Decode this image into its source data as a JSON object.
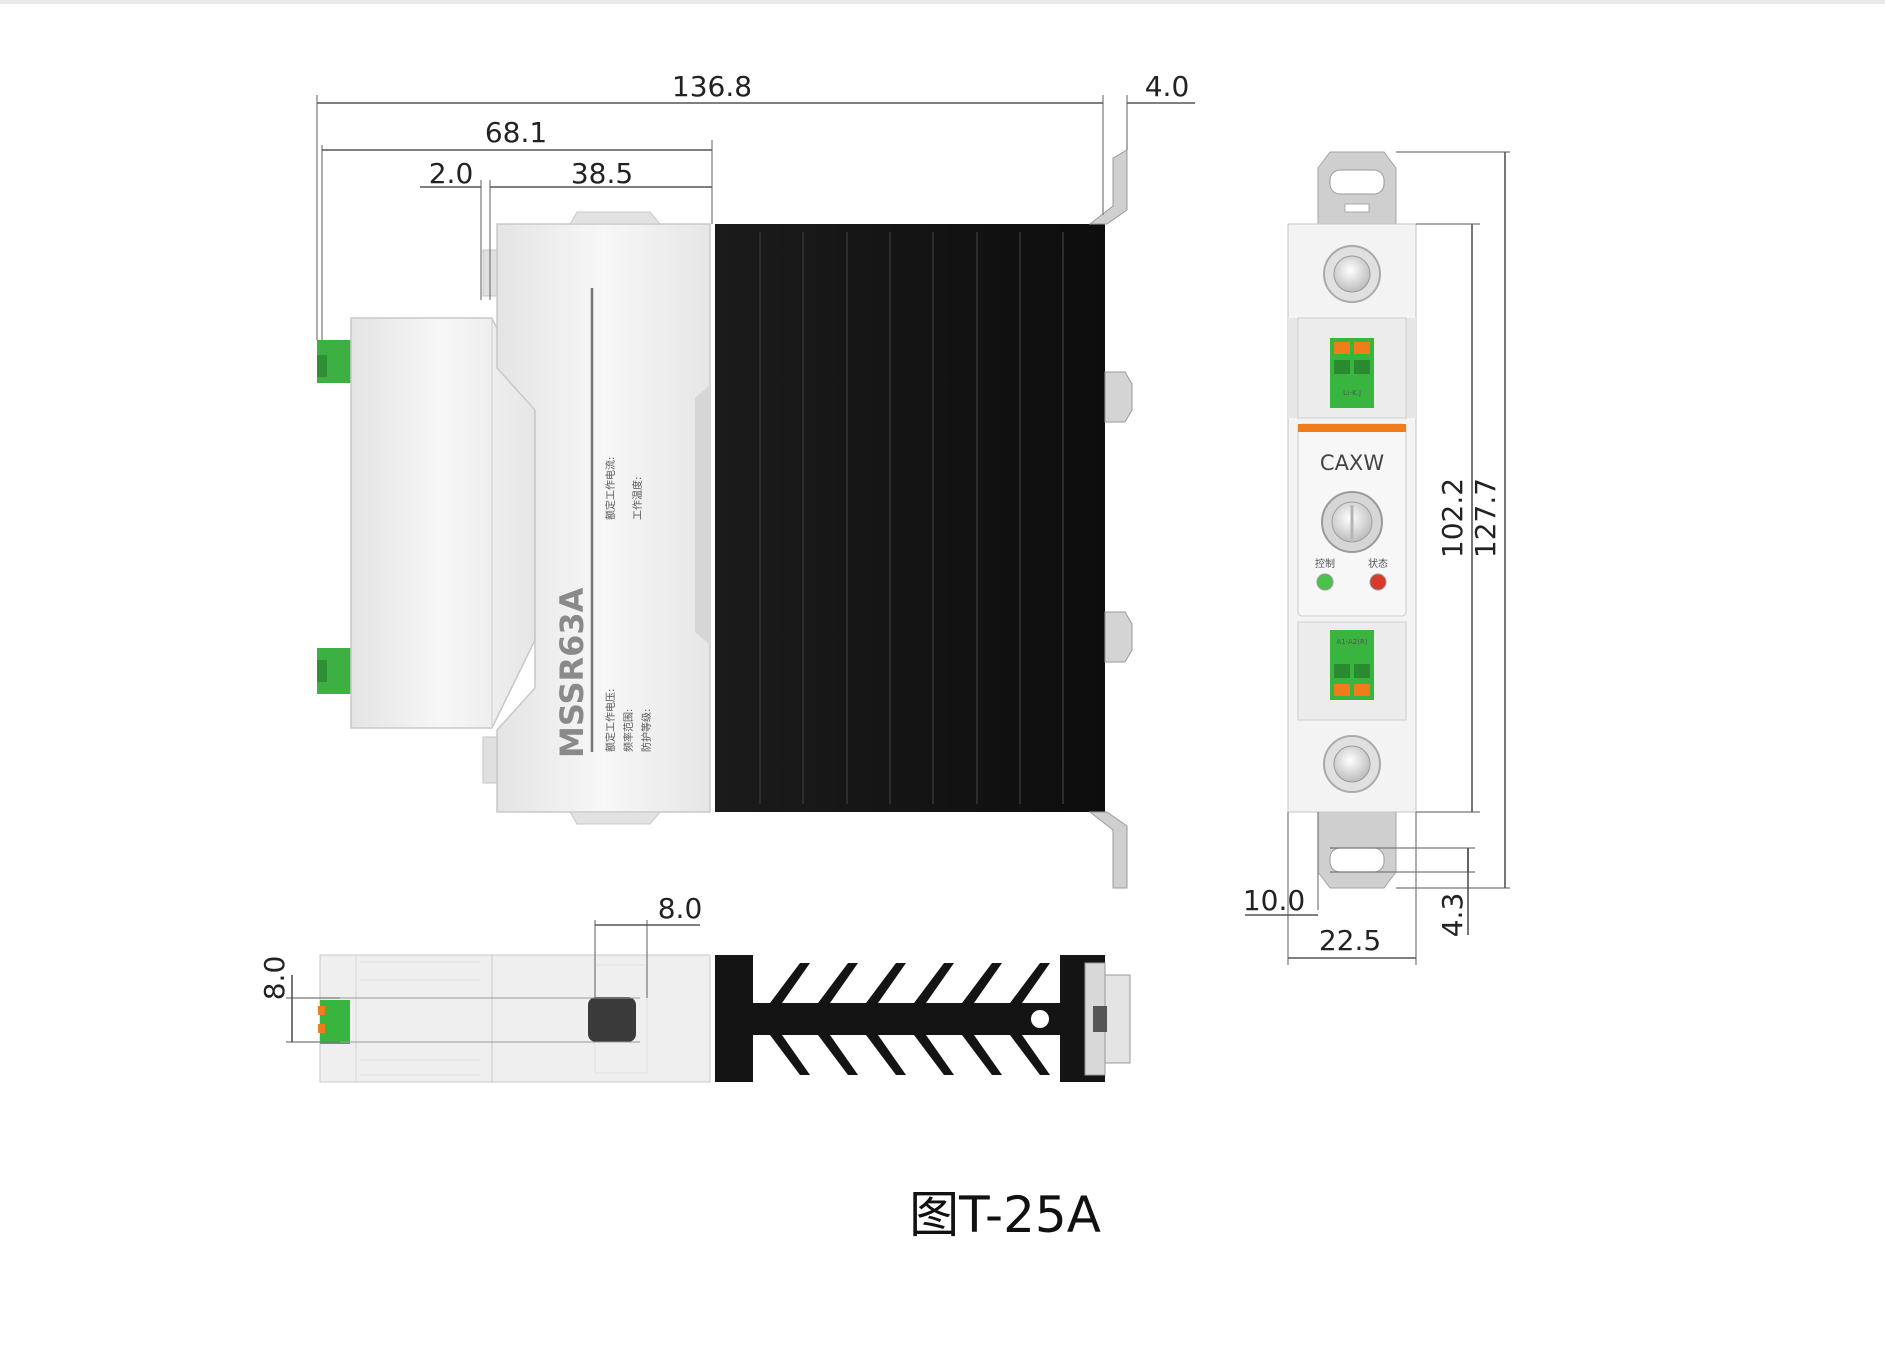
{
  "dimensions": {
    "overall_length": "136.8",
    "rail_offset": "4.0",
    "body_length": "68.1",
    "step": "2.0",
    "front_section": "38.5",
    "terminal_width": "8.0",
    "knob_width": "8.0",
    "mount_height": "102.2",
    "total_height": "127.7",
    "rail_gap": "10.0",
    "module_width": "22.5",
    "slot_height": "4.3"
  },
  "product": {
    "model": "MSSR63A",
    "brand": "CAXW",
    "label_lines_right": [
      "额定工作电流:",
      "工作温度:"
    ],
    "label_lines_left": [
      "额定工作电压:",
      "频率范围:",
      "防护等级:"
    ],
    "indicator_control": "控制",
    "indicator_status": "状态",
    "terminal_top_text": "L₁-K.J",
    "terminal_bottom_text": "A1-A2(R)"
  },
  "colors": {
    "heatsink": "#141414",
    "terminal_green": "#39b53f",
    "accent_orange": "#f07c1c",
    "housing": "#f2f2f2",
    "status_red": "#d63a2b",
    "control_green": "#4cc14c"
  },
  "caption": "图T-25A"
}
